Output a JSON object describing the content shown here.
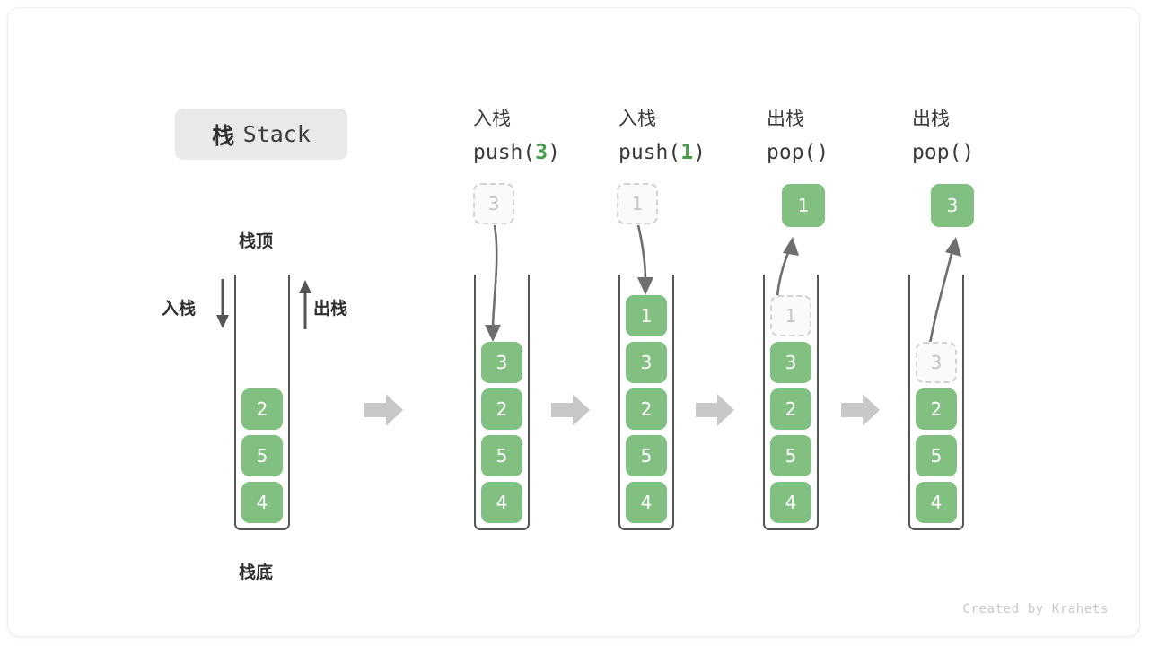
{
  "title": {
    "cn": "栈",
    "en": "Stack"
  },
  "labels": {
    "top": "栈顶",
    "bottom": "栈底",
    "push_side": "入栈",
    "pop_side": "出栈"
  },
  "watermark": "Created by Krahets",
  "colors": {
    "cell_fill": "#82c082",
    "cell_text": "#ffffff",
    "ghost_fill": "#fafafa",
    "ghost_border": "#d2d2d2",
    "ghost_text": "#c3c3c3",
    "wall": "#555555",
    "accent_green": "#45a049",
    "flow_arrow": "#c8c8c8",
    "title_chip": "#e9e9e9"
  },
  "columns": [
    {
      "id": "initial",
      "head_cn": "",
      "head_code": "",
      "stack": [
        "2",
        "5",
        "4"
      ],
      "ghost_index": -1,
      "ghost_value": "",
      "float_value": "",
      "float_kind": "none"
    },
    {
      "id": "push-3",
      "head_cn": "入栈",
      "head_code_prefix": "push(",
      "head_code_arg": "3",
      "head_code_suffix": ")",
      "stack": [
        "3",
        "2",
        "5",
        "4"
      ],
      "float_value": "3",
      "float_kind": "ghost-incoming"
    },
    {
      "id": "push-1",
      "head_cn": "入栈",
      "head_code_prefix": "push(",
      "head_code_arg": "1",
      "head_code_suffix": ")",
      "stack": [
        "1",
        "3",
        "2",
        "5",
        "4"
      ],
      "float_value": "1",
      "float_kind": "ghost-incoming"
    },
    {
      "id": "pop-1",
      "head_cn": "出栈",
      "head_code_prefix": "pop(",
      "head_code_arg": "",
      "head_code_suffix": ")",
      "stack": [
        "1",
        "3",
        "2",
        "5",
        "4"
      ],
      "ghost_index": 0,
      "ghost_value": "1",
      "float_value": "1",
      "float_kind": "filled-outgoing"
    },
    {
      "id": "pop-3",
      "head_cn": "出栈",
      "head_code_prefix": "pop(",
      "head_code_arg": "",
      "head_code_suffix": ")",
      "stack": [
        "3",
        "2",
        "5",
        "4"
      ],
      "ghost_index": 0,
      "ghost_value": "3",
      "float_value": "3",
      "float_kind": "filled-outgoing"
    }
  ],
  "chart_data": {
    "type": "diagram",
    "title": "栈 Stack",
    "sequence": [
      {
        "op": "initial",
        "contents_top_to_bottom": [
          "2",
          "5",
          "4"
        ]
      },
      {
        "op": "push(3)",
        "contents_top_to_bottom": [
          "3",
          "2",
          "5",
          "4"
        ]
      },
      {
        "op": "push(1)",
        "contents_top_to_bottom": [
          "1",
          "3",
          "2",
          "5",
          "4"
        ]
      },
      {
        "op": "pop()",
        "returns": "1",
        "contents_top_to_bottom": [
          "3",
          "2",
          "5",
          "4"
        ]
      },
      {
        "op": "pop()",
        "returns": "3",
        "contents_top_to_bottom": [
          "2",
          "5",
          "4"
        ]
      }
    ]
  }
}
